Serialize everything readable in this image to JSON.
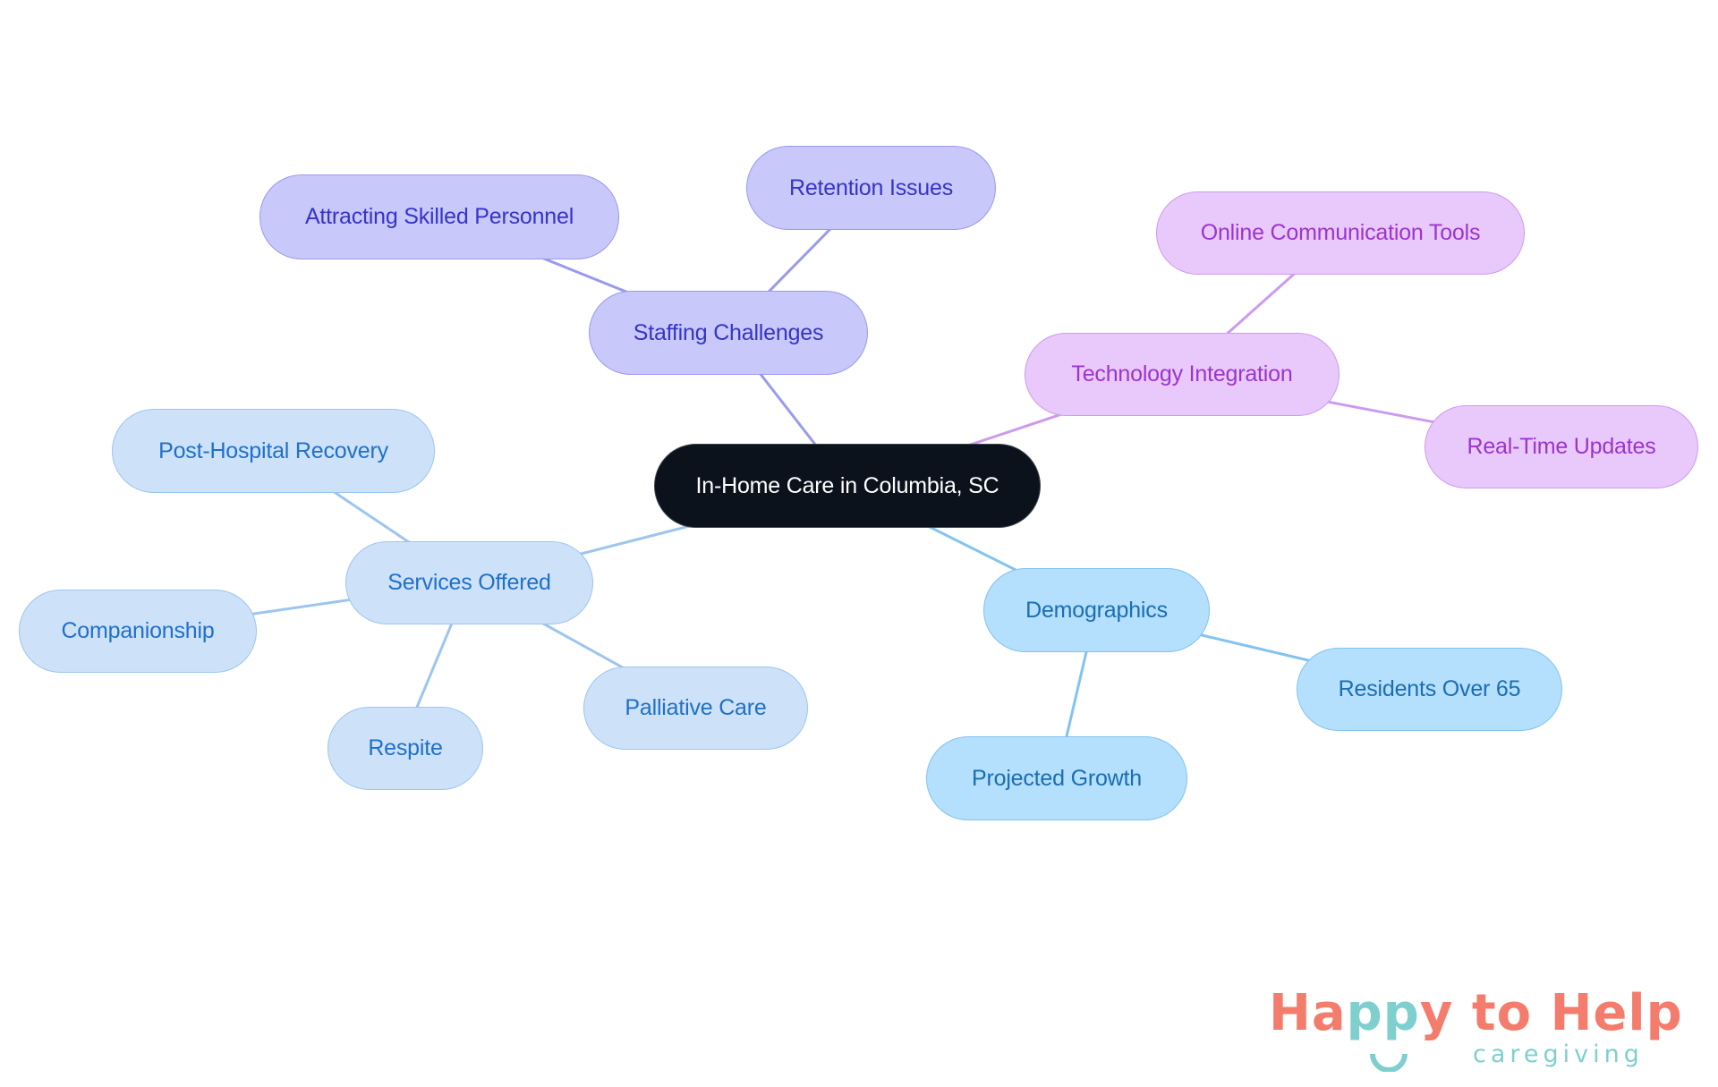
{
  "diagram": {
    "type": "mind-map",
    "root": {
      "id": "root",
      "label": "In-Home Care in Columbia, SC"
    },
    "branches": [
      {
        "id": "staffing",
        "label": "Staffing Challenges",
        "color": "#9999ee",
        "children": [
          {
            "id": "attracting",
            "label": "Attracting Skilled Personnel"
          },
          {
            "id": "retention",
            "label": "Retention Issues"
          }
        ]
      },
      {
        "id": "technology",
        "label": "Technology Integration",
        "color": "#cc99ee",
        "children": [
          {
            "id": "online",
            "label": "Online Communication Tools"
          },
          {
            "id": "realtime",
            "label": "Real-Time Updates"
          }
        ]
      },
      {
        "id": "services",
        "label": "Services Offered",
        "color": "#99c4ee",
        "children": [
          {
            "id": "posthospital",
            "label": "Post-Hospital Recovery"
          },
          {
            "id": "companionship",
            "label": "Companionship"
          },
          {
            "id": "respite",
            "label": "Respite"
          },
          {
            "id": "palliative",
            "label": "Palliative Care"
          }
        ]
      },
      {
        "id": "demographics",
        "label": "Demographics",
        "color": "#80c2f0",
        "children": [
          {
            "id": "residents",
            "label": "Residents Over 65"
          },
          {
            "id": "growth",
            "label": "Projected Growth"
          }
        ]
      }
    ]
  },
  "nodes": {
    "root": "In-Home Care in Columbia, SC",
    "staffing": "Staffing Challenges",
    "attracting": "Attracting Skilled Personnel",
    "retention": "Retention Issues",
    "technology": "Technology Integration",
    "online": "Online Communication Tools",
    "realtime": "Real-Time Updates",
    "services": "Services Offered",
    "posthospital": "Post-Hospital Recovery",
    "companionship": "Companionship",
    "respite": "Respite",
    "palliative": "Palliative Care",
    "demographics": "Demographics",
    "residents": "Residents Over 65",
    "growth": "Projected Growth"
  },
  "logo": {
    "part1": "Ha",
    "part2": "pp",
    "part3": "y to Help",
    "tagline": "caregiving",
    "coral": "#f47c6c",
    "teal": "#7fcfce"
  }
}
